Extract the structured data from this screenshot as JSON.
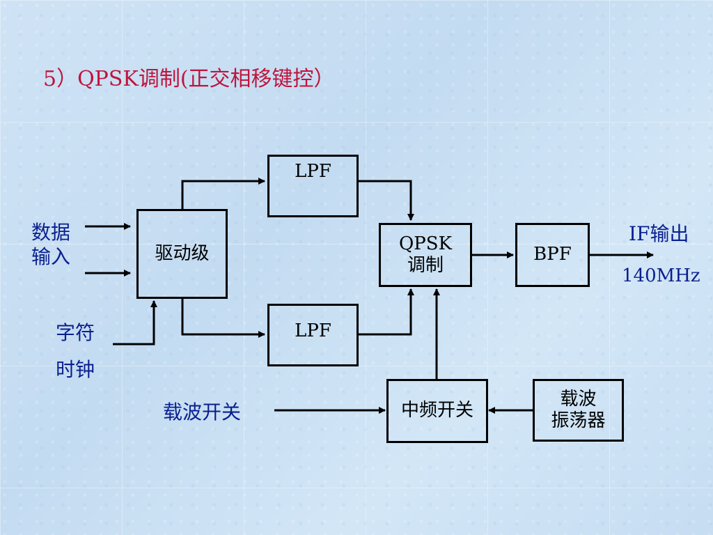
{
  "slide": {
    "title": "5）QPSK调制(正交相移键控）"
  },
  "blocks": {
    "driver": "驱动级",
    "lpf_top": "LPF",
    "lpf_bottom": "LPF",
    "qpsk_line1": "QPSK",
    "qpsk_line2": "调制",
    "bpf": "BPF",
    "if_switch": "中频开关",
    "osc_line1": "载波",
    "osc_line2": "振荡器"
  },
  "labels": {
    "data_input_line1": "数据",
    "data_input_line2": "输入",
    "char_clock_line1": "字符",
    "char_clock_line2": "时钟",
    "carrier_switch": "载波开关",
    "if_output": "IF输出",
    "frequency": "140MHz"
  }
}
